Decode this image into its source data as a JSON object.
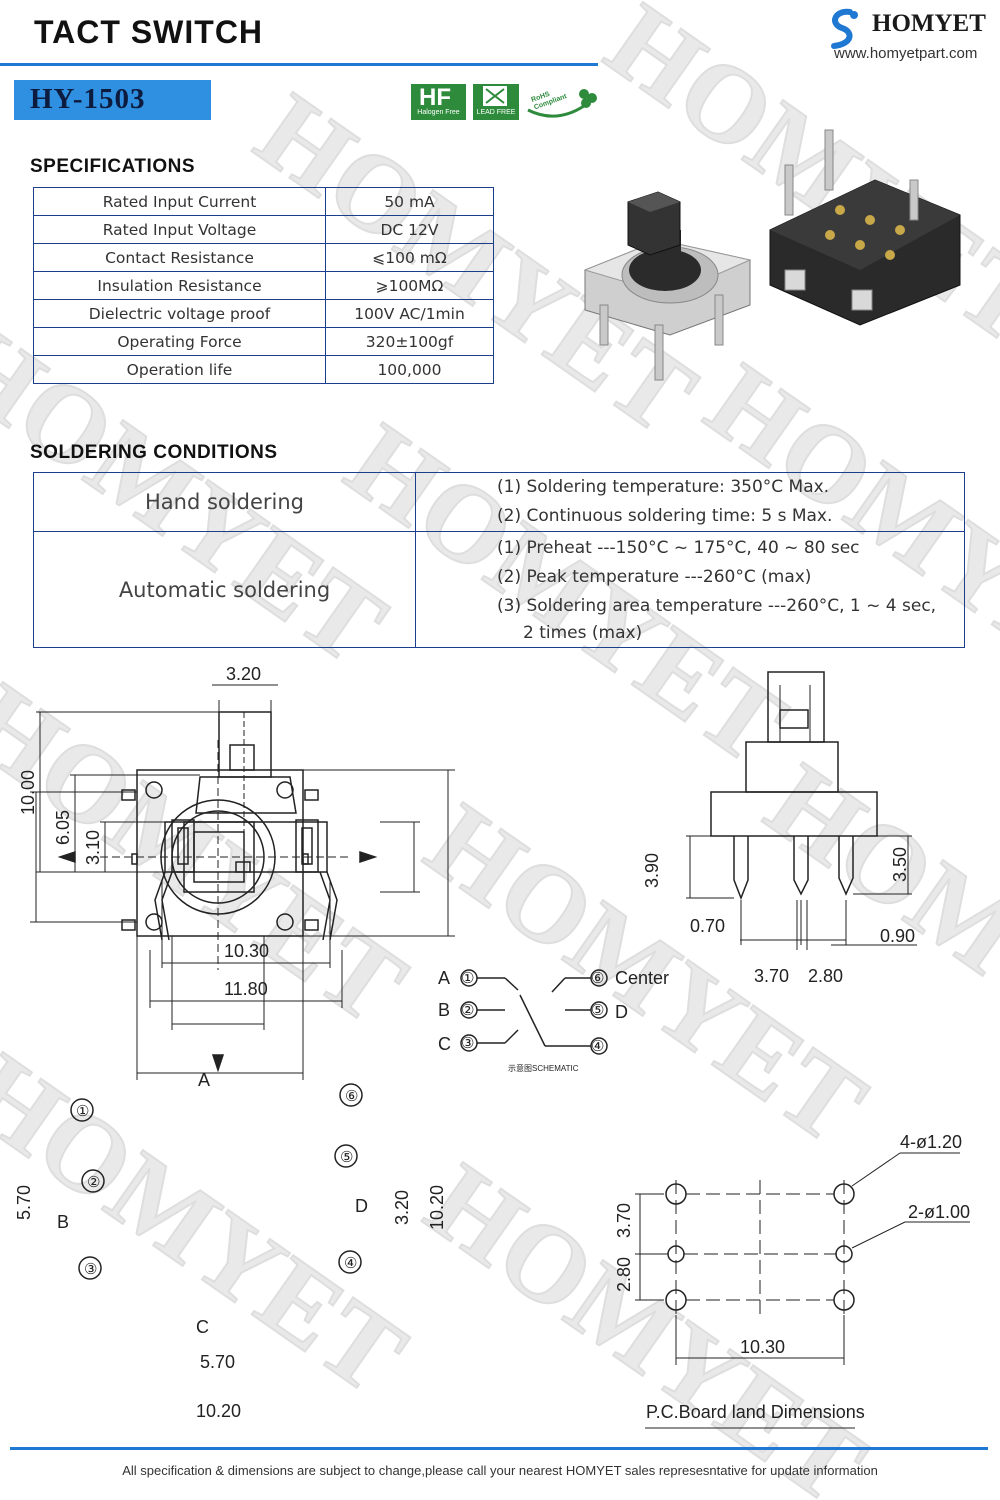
{
  "header": {
    "title": "TACT  SWITCH",
    "brand": "HOMYET",
    "website": "www.homyetpart.com",
    "model": "HY-1503",
    "badges": [
      "Halogen Free",
      "LEAD FREE",
      "RoHS Compliant"
    ]
  },
  "specifications": {
    "heading": "SPECIFICATIONS",
    "rows": [
      {
        "label": "Rated Input Current",
        "value": "50 mA"
      },
      {
        "label": "Rated Input Voltage",
        "value": "DC 12V"
      },
      {
        "label": "Contact Resistance",
        "value": "⩽100 mΩ"
      },
      {
        "label": "Insulation Resistance",
        "value": "⩾100MΩ"
      },
      {
        "label": "Dielectric voltage proof",
        "value": "100V AC/1min"
      },
      {
        "label": "Operating Force",
        "value": "320±100gf"
      },
      {
        "label": "Operation life",
        "value": "100,000"
      }
    ]
  },
  "soldering": {
    "heading": "SOLDERING  CONDITIONS",
    "hand": {
      "label": "Hand soldering",
      "lines": [
        "(1) Soldering temperature: 350°C Max.",
        "(2) Continuous soldering time: 5 s Max."
      ]
    },
    "auto": {
      "label": "Automatic soldering",
      "lines": [
        "(1) Preheat ---150°C ~ 175°C, 40 ~ 80 sec",
        "(2) Peak temperature ---260°C (max)",
        "(3) Soldering area temperature ---260°C, 1 ~ 4 sec,"
      ],
      "continuation": "2 times (max)"
    }
  },
  "drawings": {
    "front": {
      "top": "3.20",
      "h1": "10.00",
      "h2": "6.05",
      "h3": "3.10",
      "w1": "10.30",
      "w2": "11.80"
    },
    "side": {
      "left_h": "3.90",
      "right_h": "3.50",
      "pin_w": "0.70",
      "pin_w2": "0.90",
      "pitch1": "3.70",
      "pitch2": "2.80"
    },
    "schematic": {
      "labels": [
        "A",
        "B",
        "C",
        "Center",
        "D"
      ],
      "nums": [
        "①",
        "②",
        "③",
        "⑥",
        "⑤",
        "④"
      ],
      "caption": "示意图SCHEMATIC"
    },
    "top": {
      "A": "A",
      "B": "B",
      "C": "C",
      "D": "D",
      "nums": [
        "①",
        "②",
        "③",
        "⑥",
        "⑤",
        "④"
      ],
      "left_h": "5.70",
      "inner_h": "3.20",
      "right_h": "10.20",
      "bot_inner": "5.70",
      "bot_outer": "10.20"
    },
    "pcb": {
      "hole1": "4-ø1.20",
      "hole2": "2-ø1.00",
      "v1": "3.70",
      "v2": "2.80",
      "w": "10.30",
      "caption": "P.C.Board  land  Dimensions"
    }
  },
  "footer": "All specification & dimensions are subject to change,please call your nearest HOMYET sales represesntative for update information"
}
